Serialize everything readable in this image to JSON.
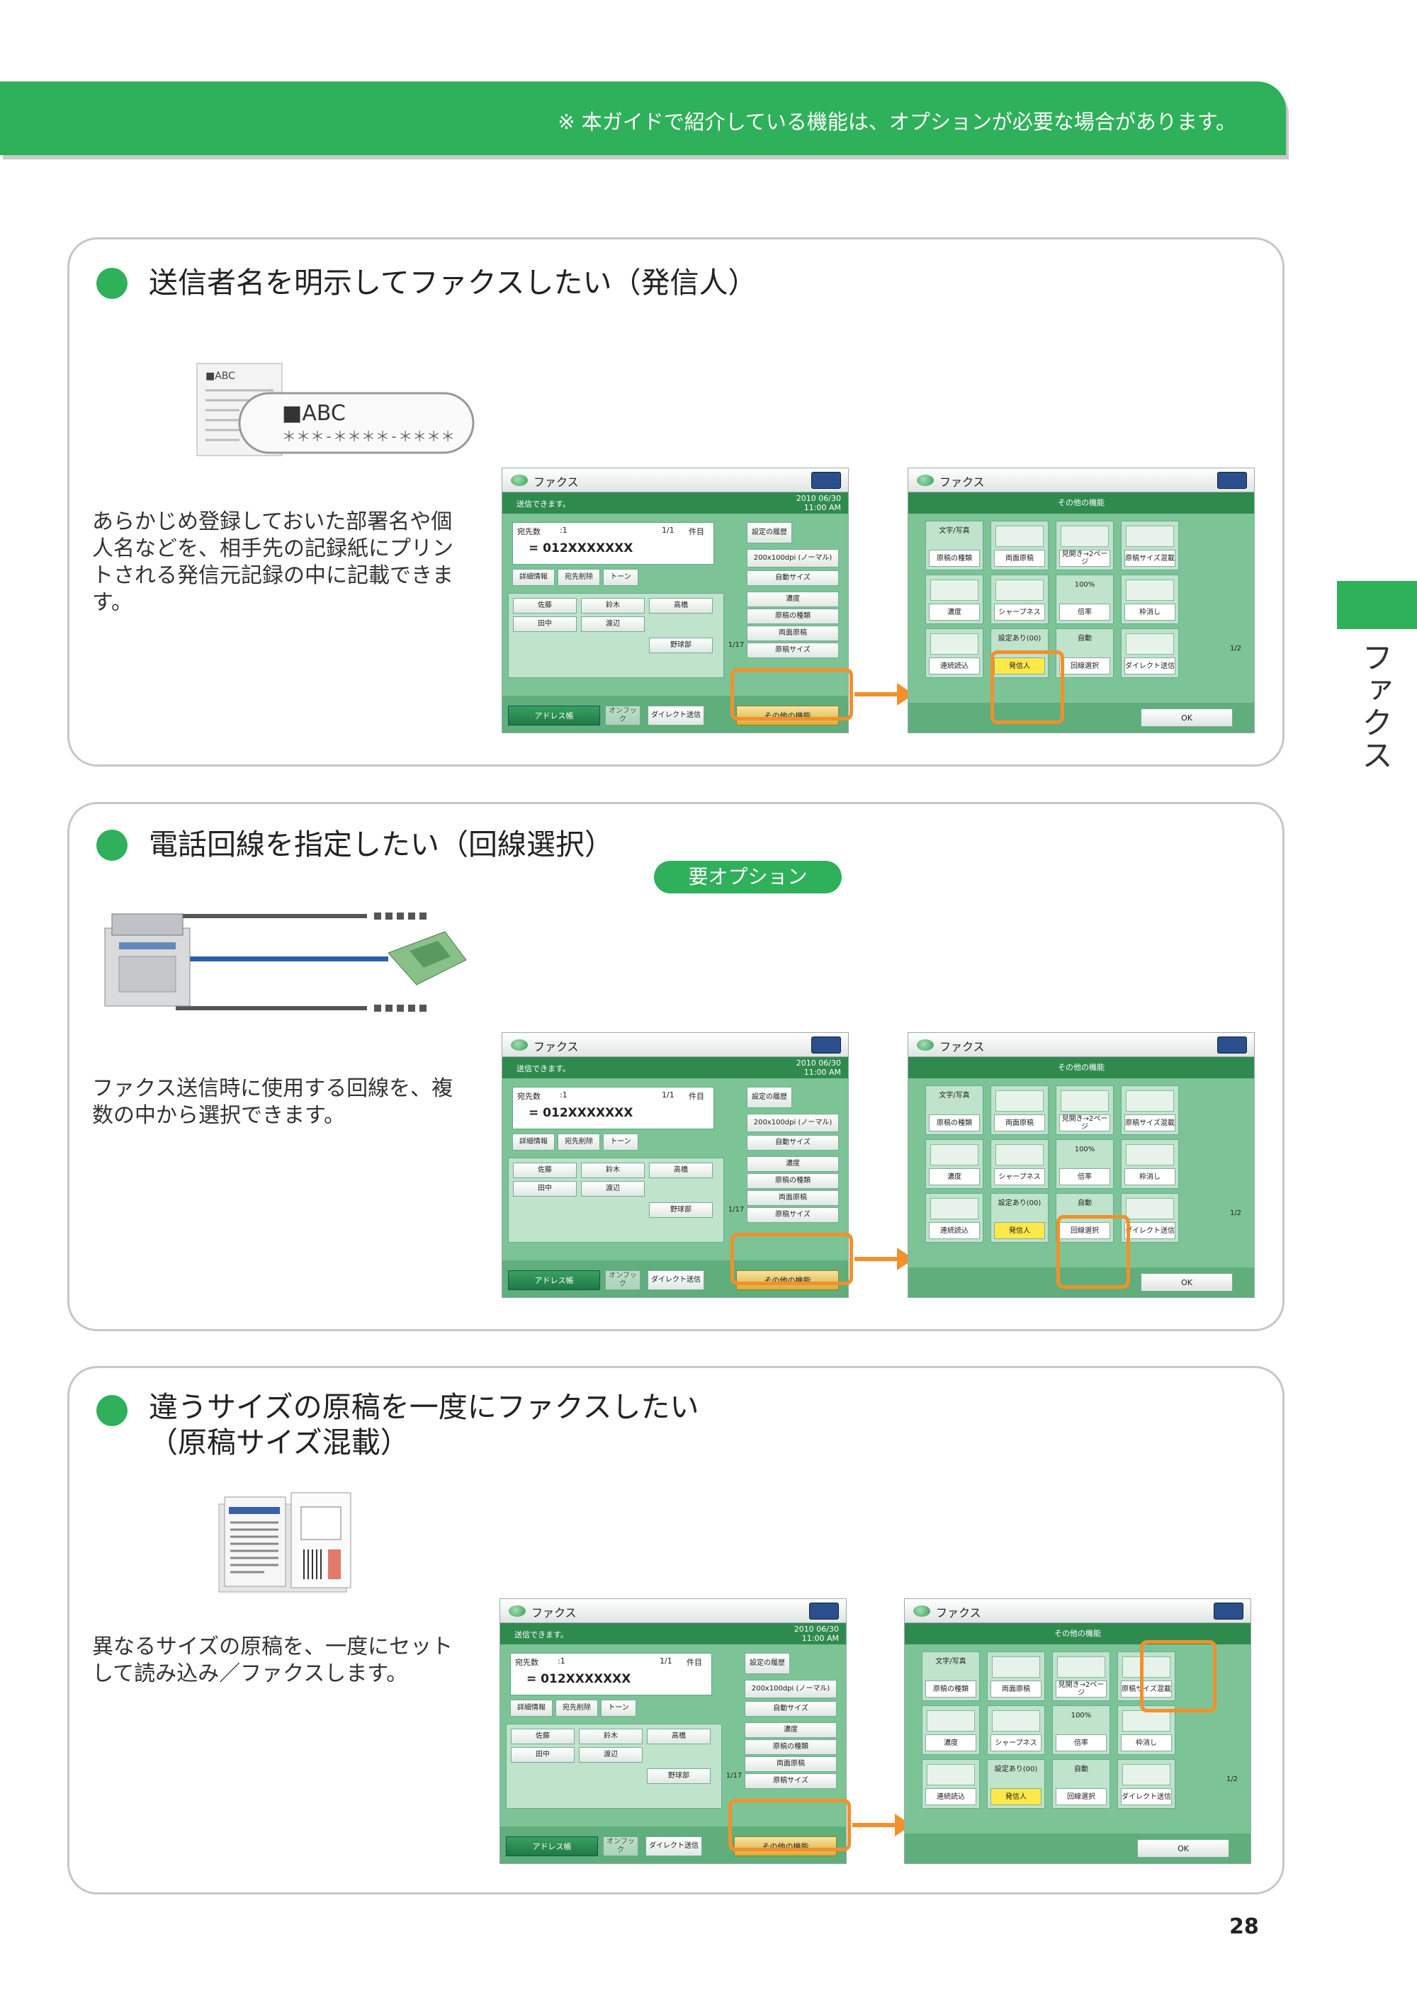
{
  "header": {
    "note": "※ 本ガイドで紹介している機能は、オプションが必要な場合があります。"
  },
  "side": {
    "label": "ファクス"
  },
  "page_number": "28",
  "colors": {
    "accent": "#2fb05a",
    "highlight": "#f2902b"
  },
  "sections": [
    {
      "title": "送信者名を明示してファクスしたい（発信人）",
      "description": "あらかじめ登録しておいた部署名や個人名などを、相手先の記録紙にプリントされる発信元記録の中に記載できます。",
      "illus": {
        "small_label": "■ABC",
        "big_label": "■ABC",
        "pattern": "＊＊＊-＊＊＊＊-＊＊＊＊"
      }
    },
    {
      "title": "電話回線を指定したい（回線選択）",
      "badge": "要オプション",
      "description": "ファクス送信時に使用する回線を、複数の中から選択できます。"
    },
    {
      "title_line1": "違うサイズの原稿を一度にファクスしたい",
      "title_line2": "（原稿サイズ混載）",
      "description": "異なるサイズの原稿を、一度にセットして読み込み／ファクスします。"
    }
  ],
  "fax_screen": {
    "title": "ファクス",
    "status": "送信できます。",
    "datetime": "2010 06/30 11:00 AM",
    "dest_count_label": "宛先数",
    "dest_count_value": ":1",
    "page": "1/1",
    "items_label": "件目",
    "number": "= 012XXXXXXX",
    "btn_detail": "詳細情報",
    "btn_delete": "宛先削除",
    "btn_tone": "トーン",
    "contacts": [
      "佐藤",
      "鈴木",
      "高橋",
      "田中",
      "渡辺"
    ],
    "group": "野球部",
    "list_page": "1/17",
    "history": "設定の履歴",
    "res": "200x100dpi (ノーマル)",
    "auto_size": "自動サイズ",
    "density": "濃度",
    "orig_type": "原稿の種類",
    "duplex": "両面原稿",
    "orig_size": "原稿サイズ",
    "address_book": "アドレス帳",
    "on_hook": "オンフック",
    "direct_send": "ダイレクト送信",
    "other_functions": "その他の機能"
  },
  "options_screen": {
    "title": "ファクス",
    "subtitle": "その他の機能",
    "tiles": [
      {
        "top": "文字/写真",
        "label": "原稿の種類"
      },
      {
        "top": "",
        "label": "両面原稿"
      },
      {
        "top": "",
        "label": "見開き→2ページ"
      },
      {
        "top": "",
        "label": "原稿サイズ混載"
      },
      {
        "top": "",
        "label": "濃度"
      },
      {
        "top": "",
        "label": "シャープネス"
      },
      {
        "top": "100%",
        "label": "倍率"
      },
      {
        "top": "",
        "label": "枠消し"
      },
      {
        "top": "",
        "label": "連続読込"
      },
      {
        "top": "設定あり(00)",
        "label": "発信人"
      },
      {
        "top": "自動",
        "label": "回線選択"
      },
      {
        "top": "",
        "label": "ダイレクト送信"
      }
    ],
    "page": "1/2",
    "ok": "OK"
  }
}
